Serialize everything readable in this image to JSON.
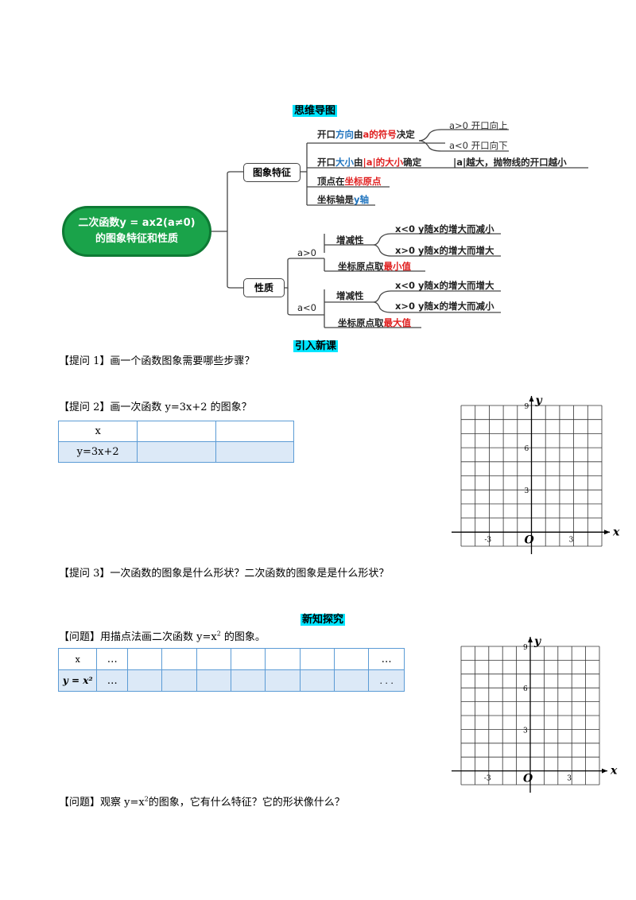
{
  "mindmap": {
    "heading": "思维导图",
    "central": {
      "line1": "二次函数y = ax2(a≠0)",
      "line2": "的图象特征和性质"
    },
    "branch1": {
      "label": "图象特征",
      "items": [
        {
          "p1": "开口",
          "p2": "方向",
          "p3": "由",
          "p4": "a的符号",
          "p5": "决定"
        },
        {
          "p1": "开口",
          "p2": "大小",
          "p3": "由",
          "p4": "|a|的大小",
          "p5": "确定"
        },
        {
          "p1": "顶点在",
          "p2": "坐标原点"
        },
        {
          "p1": "坐标轴是",
          "p2": "y轴"
        }
      ],
      "sub_open": [
        "a>0 开口向上",
        "a<0 开口向下"
      ],
      "size_note": "|a|越大，抛物线的开口越小"
    },
    "branch2": {
      "label": "性质",
      "cases": [
        {
          "cond": "a>0",
          "mono": "增减性",
          "mono_items": [
            "x<0  y随x的增大而减小",
            "x>0  y随x的增大而增大"
          ],
          "ext_p1": "坐标原点取",
          "ext_p2": "最小值"
        },
        {
          "cond": "a<0",
          "mono": "增减性",
          "mono_items": [
            "x<0  y随x的增大而增大",
            "x>0  y随x的增大而减小"
          ],
          "ext_p1": "坐标原点取",
          "ext_p2": "最大值"
        }
      ]
    }
  },
  "intro": {
    "heading": "引入新课",
    "q1": "【提问 1】画一个函数图象需要哪些步骤？",
    "q2": "【提问 2】画一次函数 y=3x+2 的图象？",
    "table_headers": [
      "x",
      "y=3x+2"
    ],
    "q3": "【提问 3】一次函数的图象是什么形状？二次函数的图象是是什么形状？"
  },
  "explore": {
    "heading": "新知探究",
    "problem1_text": "【问题】用描点法画二次函数  y=x",
    "problem1_sup": "2",
    "problem1_tail": " 的图象。",
    "table_row1": [
      "x",
      "…",
      "…"
    ],
    "table_row2_label": "y = x²",
    "table_row2": [
      "…",
      ". . ."
    ],
    "problem2_text": "【问题】观察 y=x",
    "problem2_sup": "2",
    "problem2_tail": "的图象，它有什么特征？它的形状像什么？"
  },
  "grids": {
    "x_label": "x",
    "y_label": "y",
    "origin": "O",
    "y_ticks": [
      "9",
      "6",
      "3"
    ],
    "x_ticks": [
      "-3",
      "3"
    ]
  }
}
